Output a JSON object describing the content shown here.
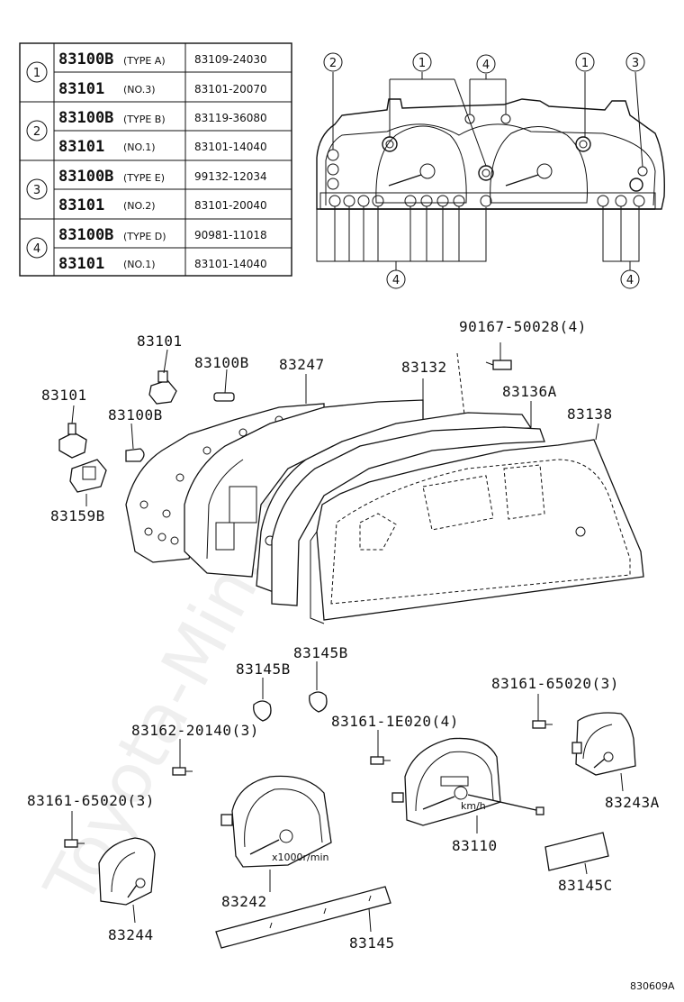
{
  "table": {
    "rows": [
      {
        "group": "1",
        "part": "83100B",
        "note": "(TYPE A)",
        "number": "83109-24030"
      },
      {
        "group": "1",
        "part": "83101",
        "note": "(NO.3)",
        "number": "83101-20070"
      },
      {
        "group": "2",
        "part": "83100B",
        "note": "(TYPE B)",
        "number": "83119-36080"
      },
      {
        "group": "2",
        "part": "83101",
        "note": "(NO.1)",
        "number": "83101-14040"
      },
      {
        "group": "3",
        "part": "83100B",
        "note": "(TYPE E)",
        "number": "99132-12034"
      },
      {
        "group": "3",
        "part": "83101",
        "note": "(NO.2)",
        "number": "83101-20040"
      },
      {
        "group": "4",
        "part": "83100B",
        "note": "(TYPE D)",
        "number": "90981-11018"
      },
      {
        "group": "4",
        "part": "83101",
        "note": "(NO.1)",
        "number": "83101-14040"
      }
    ],
    "groups": [
      "1",
      "2",
      "3",
      "4"
    ]
  },
  "inset_callouts": {
    "c2": "2",
    "c1a": "1",
    "c4top": "4",
    "c1b": "1",
    "c3": "3",
    "c4left": "4",
    "c4right": "4"
  },
  "labels": {
    "p83101_a": "83101",
    "p83100b_a": "83100B",
    "p83247": "83247",
    "p90167": "90167-50028(4)",
    "p83132": "83132",
    "p83101_b": "83101",
    "p83136a": "83136A",
    "p83100b_b": "83100B",
    "p83138": "83138",
    "p83159b": "83159B",
    "p83145b_a": "83145B",
    "p83145b_b": "83145B",
    "p83161_65020_a": "83161-65020(3)",
    "p83162": "83162-20140(3)",
    "p83161_1e020": "83161-1E020(4)",
    "p83243a": "83243A",
    "p83161_65020_b": "83161-65020(3)",
    "p83110": "83110",
    "p83145c": "83145C",
    "p83242": "83242",
    "p83244": "83244",
    "p83145": "83145"
  },
  "diagram_code": "830609A",
  "watermark": "Toyota-Mine.ru"
}
